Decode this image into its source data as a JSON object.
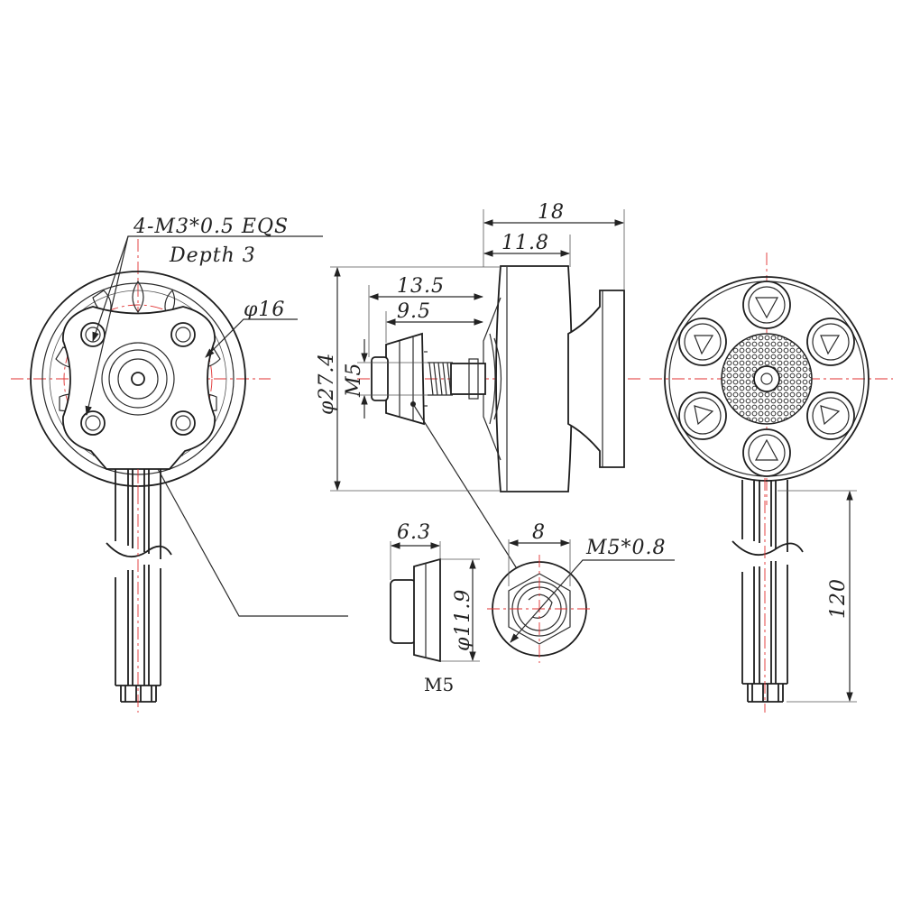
{
  "drawing": {
    "colors": {
      "line": "#2b2b2b",
      "centerline": "#e03030",
      "background": "#ffffff"
    },
    "front_view": {
      "callout_thread": "4-M3*0.5 EQS",
      "callout_depth": "Depth 3",
      "dim_bolt_circle": "φ16"
    },
    "side_view": {
      "dim_total_length": "18",
      "dim_body_length": "11.8",
      "dim_shaft_length": "13.5",
      "dim_nut_to_body": "9.5",
      "dim_diameter": "φ27.4",
      "dim_thread": "M5"
    },
    "nut_detail": {
      "dim_nut_height": "6.3",
      "dim_nut_diameter": "φ11.9",
      "dim_hex_size": "8",
      "dim_thread_pitch": "M5*0.8",
      "caption": "M5"
    },
    "rear_view": {
      "dim_lead_length": "120"
    }
  }
}
